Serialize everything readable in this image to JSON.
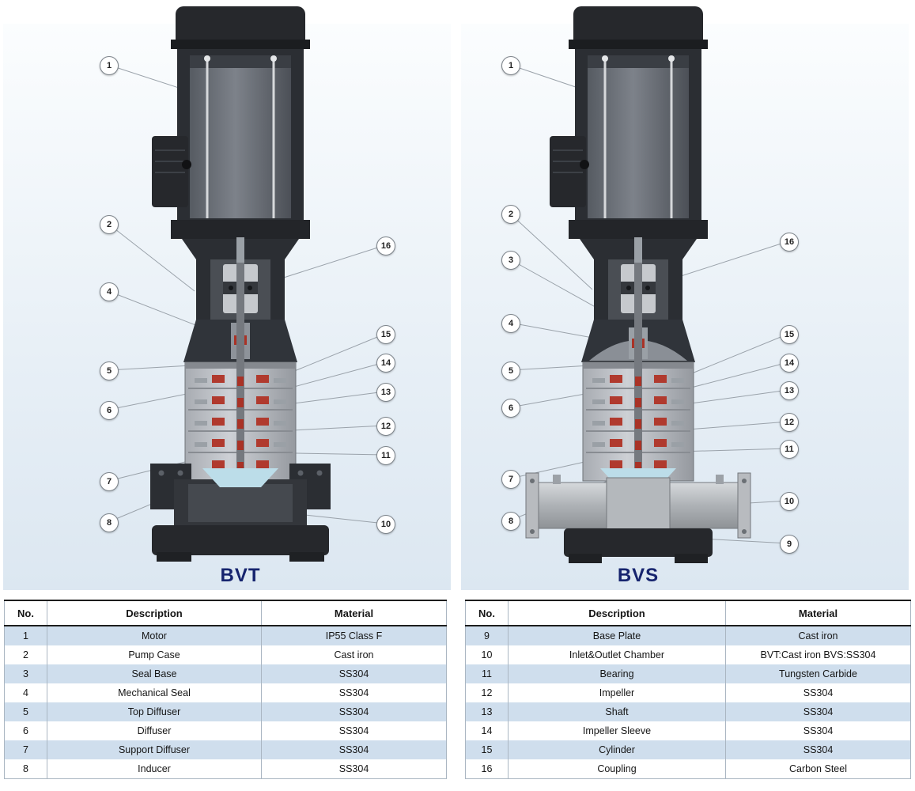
{
  "panels": {
    "bvt": {
      "title": "BVT",
      "callouts": [
        "1",
        "2",
        "4",
        "5",
        "6",
        "7",
        "8",
        "16",
        "15",
        "14",
        "13",
        "12",
        "11",
        "10"
      ]
    },
    "bvs": {
      "title": "BVS",
      "callouts": [
        "1",
        "2",
        "3",
        "4",
        "5",
        "6",
        "7",
        "8",
        "16",
        "15",
        "14",
        "13",
        "12",
        "11",
        "10",
        "9"
      ]
    }
  },
  "tables": {
    "left": {
      "headers": [
        "No.",
        "Description",
        "Material"
      ],
      "rows": [
        [
          "1",
          "Motor",
          "IP55 Class F"
        ],
        [
          "2",
          "Pump Case",
          "Cast iron"
        ],
        [
          "3",
          "Seal Base",
          "SS304"
        ],
        [
          "4",
          "Mechanical Seal",
          "SS304"
        ],
        [
          "5",
          "Top Diffuser",
          "SS304"
        ],
        [
          "6",
          "Diffuser",
          "SS304"
        ],
        [
          "7",
          "Support Diffuser",
          "SS304"
        ],
        [
          "8",
          "Inducer",
          "SS304"
        ]
      ]
    },
    "right": {
      "headers": [
        "No.",
        "Description",
        "Material"
      ],
      "rows": [
        [
          "9",
          "Base Plate",
          "Cast iron"
        ],
        [
          "10",
          "Inlet&Outlet Chamber",
          "BVT:Cast iron BVS:SS304"
        ],
        [
          "11",
          "Bearing",
          "Tungsten Carbide"
        ],
        [
          "12",
          "Impeller",
          "SS304"
        ],
        [
          "13",
          "Shaft",
          "SS304"
        ],
        [
          "14",
          "Impeller Sleeve",
          "SS304"
        ],
        [
          "15",
          "Cylinder",
          "SS304"
        ],
        [
          "16",
          "Coupling",
          "Carbon Steel"
        ]
      ]
    }
  },
  "colors": {
    "title_navy": "#16246e",
    "row_stripe": "#cfdeed",
    "impeller_red": "#b03a2e",
    "motor_dark": "#2b2e33"
  }
}
